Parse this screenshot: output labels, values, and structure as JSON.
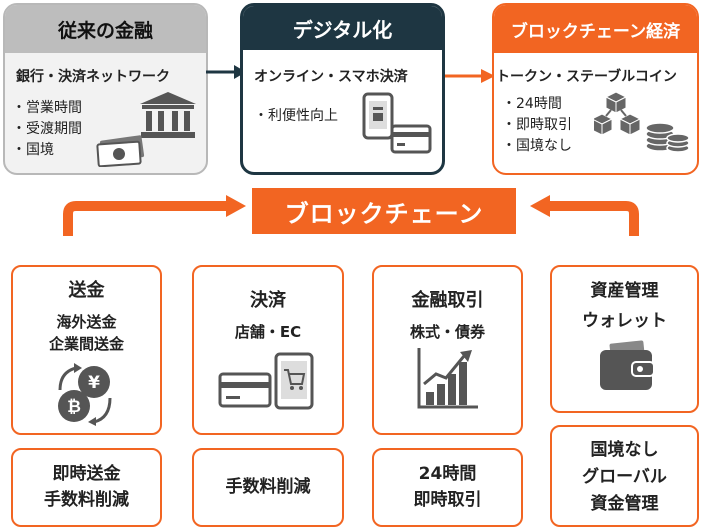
{
  "traditional": {
    "title": "従来の金融",
    "subtitle": "銀行・決済ネットワーク",
    "bullets": [
      "・営業時間",
      "・受渡期間",
      "・国境"
    ]
  },
  "digital": {
    "title": "デジタル化",
    "subtitle": "オンライン・スマホ決済",
    "bullets": [
      "・利便性向上"
    ]
  },
  "blockchain_economy": {
    "title": "ブロックチェーン経済",
    "subtitle": "トークン・ステーブルコイン",
    "bullets": [
      "・24時間",
      "・即時取引",
      "・国境なし"
    ]
  },
  "banner": {
    "label": "ブロックチェーン"
  },
  "cards": [
    {
      "title": "送金",
      "lines": [
        "海外送金",
        "企業間送金"
      ],
      "icon": "coin-exchange-icon",
      "bottom": [
        "即時送金",
        "手数料削減"
      ]
    },
    {
      "title": "決済",
      "lines": [
        "店舗・EC"
      ],
      "icon": "card-and-phone-icon",
      "bottom": [
        "手数料削減"
      ]
    },
    {
      "title": "金融取引",
      "lines": [
        "株式・債券"
      ],
      "icon": "bar-chart-icon",
      "bottom": [
        "24時間",
        "即時取引"
      ]
    },
    {
      "title": "資産管理",
      "lines": [
        "ウォレット"
      ],
      "icon": "wallet-icon",
      "bottom": [
        "国境なし",
        "グローバル",
        "資金管理"
      ]
    }
  ],
  "colors": {
    "accent": "#f26522",
    "dark": "#1e3642",
    "gray": "#bdbdbd"
  }
}
